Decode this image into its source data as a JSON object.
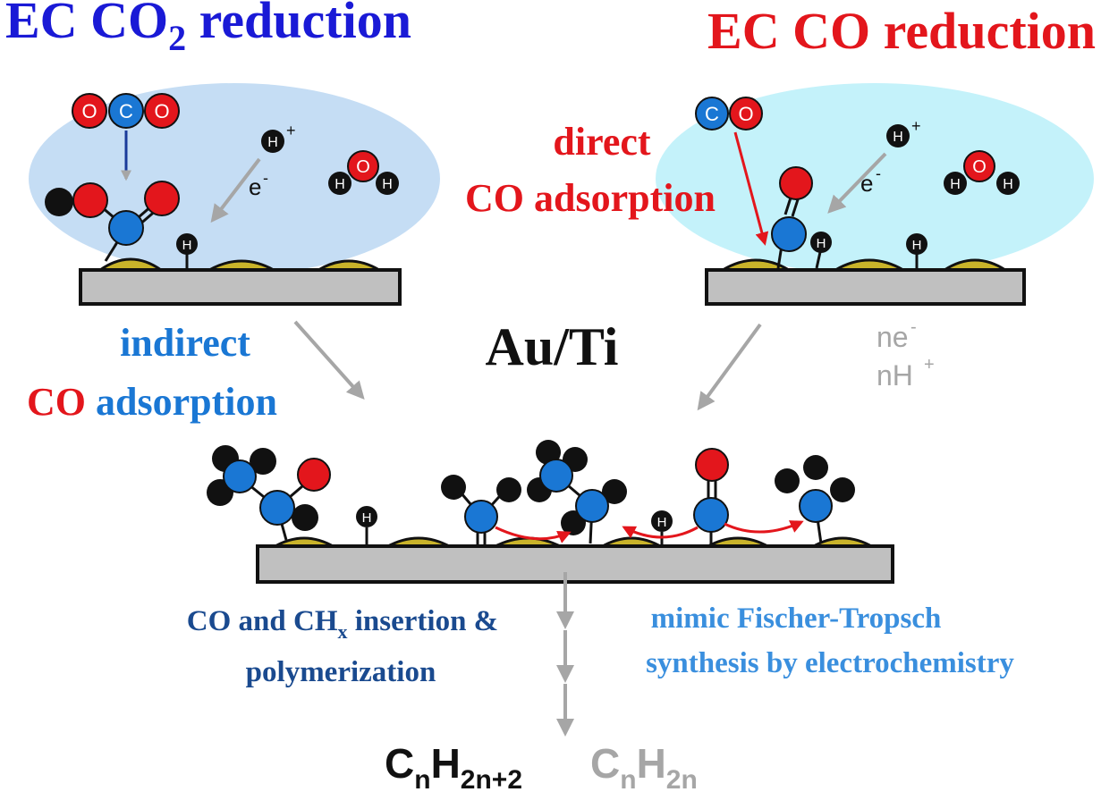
{
  "titles": {
    "left": {
      "main": "EC CO",
      "sub": "2",
      "tail": " reduction"
    },
    "right": "EC CO reduction"
  },
  "labels": {
    "direct_1": "direct",
    "direct_2": "CO adsorption",
    "indirect_1": "indirect",
    "indirect_2a": "CO",
    "indirect_2b": " adsorption",
    "center": "Au/Ti",
    "ne": "ne",
    "nh": "nH",
    "insertion_1a": "CO and CH",
    "insertion_1sub": "x",
    "insertion_1b": " insertion &",
    "insertion_2": "polymerization",
    "mimic_1": "mimic Fischer-Tropsch",
    "mimic_2": "synthesis by electrochemistry",
    "product_1": {
      "C": "C",
      "n": "n",
      "H": "H",
      "sub": "2n+2"
    },
    "product_2": {
      "C": "C",
      "n": "n",
      "H": "H",
      "sub": "2n"
    }
  },
  "atoms": {
    "O": "O",
    "C": "C",
    "H": "H"
  },
  "charges": {
    "e": "e",
    "minus": "-",
    "plus": "+"
  },
  "colors": {
    "blue_title": "#1a1ad6",
    "red": "#e3161c",
    "atom_blue": "#1a77d4",
    "atom_red": "#e3161c",
    "black": "#111111",
    "gray": "#a6a6a6",
    "dark_blue": "#1a4a8f",
    "light_blue": "#3a8fde",
    "ellipse_left": "#c5ddf4",
    "ellipse_right": "#c4f2fa",
    "substrate": "#c0c0c0",
    "gold": "#c9b32a"
  }
}
